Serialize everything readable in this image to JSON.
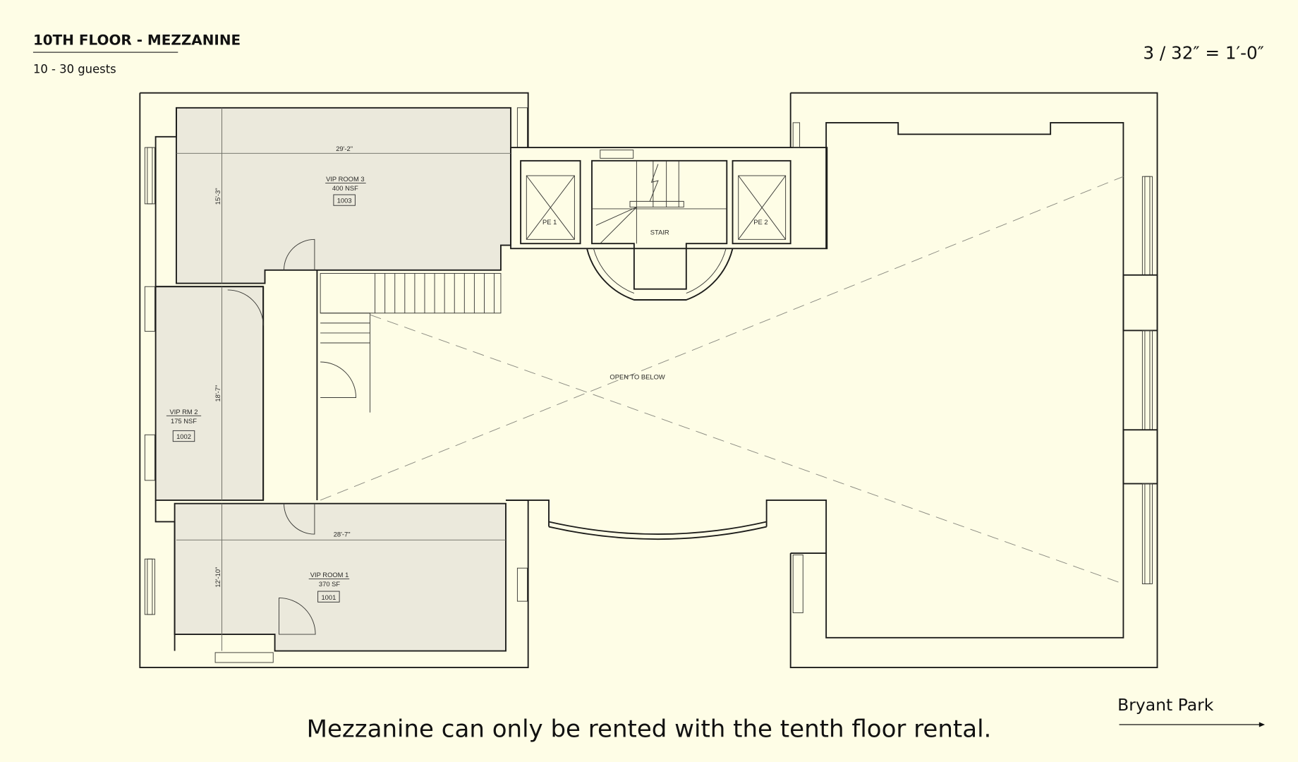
{
  "header": {
    "title": "10TH FLOOR - MEZZANINE",
    "capacity": "10 - 30 guests",
    "scale": "3 / 32″ = 1′-0″"
  },
  "plan": {
    "rooms": [
      {
        "name": "VIP ROOM 3",
        "area": "400 NSF",
        "number": "1003"
      },
      {
        "name": "VIP RM  2",
        "area": "175 NSF",
        "number": "1002"
      },
      {
        "name": "VIP ROOM 1",
        "area": "370 SF",
        "number": "1001"
      }
    ],
    "dimensions": {
      "room3_width": "29'-2\"",
      "room3_depth": "15'-3\"",
      "room2_depth": "18'-7\"",
      "room1_width": "28'-7\"",
      "room1_depth": "12'-10\""
    },
    "core": {
      "elevator1": "PE 1",
      "stair": "STAIR",
      "elevator2": "PE 2"
    },
    "open_area": "OPEN TO BELOW"
  },
  "footer": {
    "note": "Mezzanine can only be rented with the tenth floor rental.",
    "orientation": "Bryant Park"
  },
  "colors": {
    "background": "#fefde6",
    "room_fill": "#ebe9dc",
    "line": "#1d1d1b"
  }
}
